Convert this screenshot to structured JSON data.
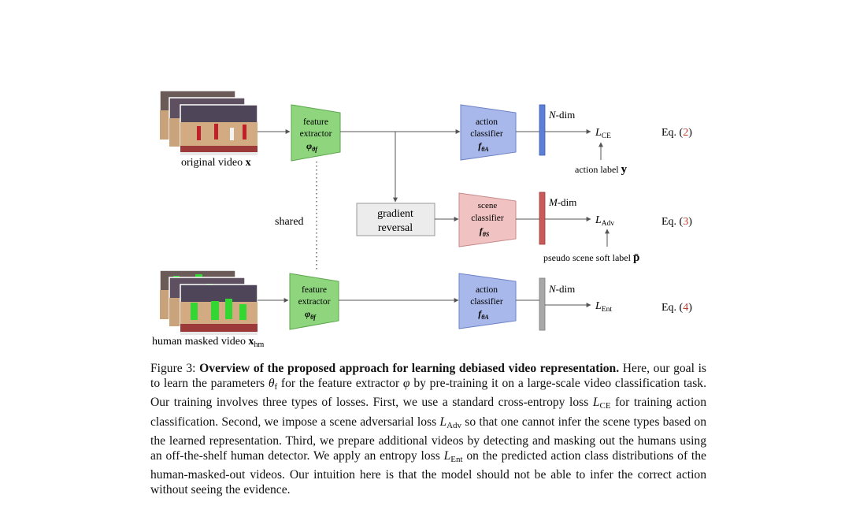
{
  "figure": {
    "original_video_label": "original video",
    "original_video_var": "x",
    "masked_video_label": "human masked video",
    "masked_video_var": "x",
    "masked_video_sub": "hm",
    "feature_extractor_line1": "feature",
    "feature_extractor_line2": "extractor",
    "feature_extractor_param": "φ",
    "feature_extractor_param_sub": "θf",
    "shared_label": "shared",
    "gradient_reversal_line1": "gradient",
    "gradient_reversal_line2": "reversal",
    "action_classifier_line1": "action",
    "action_classifier_line2": "classifier",
    "action_classifier_param": "f",
    "action_classifier_param_sub": "θA",
    "scene_classifier_line1": "scene",
    "scene_classifier_line2": "classifier",
    "scene_classifier_param": "f",
    "scene_classifier_param_sub": "θS",
    "n_dim": "N",
    "m_dim": "M",
    "dim_suffix": "-dim",
    "loss_symbol": "L",
    "loss_ce_sub": "CE",
    "loss_adv_sub": "Adv",
    "loss_ent_sub": "Ent",
    "action_label": "action label",
    "action_label_var": "y",
    "pseudo_label": "pseudo scene soft label",
    "pseudo_label_var": "p̄",
    "eq_prefix": "Eq. (",
    "eq_suffix": ")",
    "eq2_num": "2",
    "eq3_num": "3",
    "eq4_num": "4",
    "colors": {
      "feature_green": "#8fd57e",
      "action_blue": "#a9b8ea",
      "scene_pink": "#f0c2c2",
      "bar_blue": "#5b7fd6",
      "bar_red": "#c95a5a",
      "bar_gray": "#a8a8a8",
      "gradient_gray": "#ececec",
      "eq_link_red": "#c0392b",
      "mask_green": "#33d633"
    }
  },
  "caption": {
    "figure_label": "Figure 3: ",
    "bold_title": "Overview of the proposed approach for learning debiased video representation.",
    "t1": " Here, our goal is to learn the parameters ",
    "theta": "θ",
    "theta_sub": "f",
    "t2": " for the feature extractor ",
    "phi": "φ",
    "t3": " by pre-training it on a large-scale video classification task. Our training involves three types of losses. First, we use a standard cross-entropy loss ",
    "L": "L",
    "ce_sub": "CE",
    "t4": " for training action classification. Second, we impose a scene adversarial loss ",
    "adv_sub": "Adv",
    "t5": " so that one cannot infer the scene types based on the learned representation. Third, we prepare additional videos by detecting and masking out the humans using an off-the-shelf human detector. We apply an entropy loss ",
    "ent_sub": "Ent",
    "t6": " on the predicted action class distributions of the human-masked-out videos. Our intuition here is that the model should not be able to infer the correct action without seeing the evidence."
  }
}
